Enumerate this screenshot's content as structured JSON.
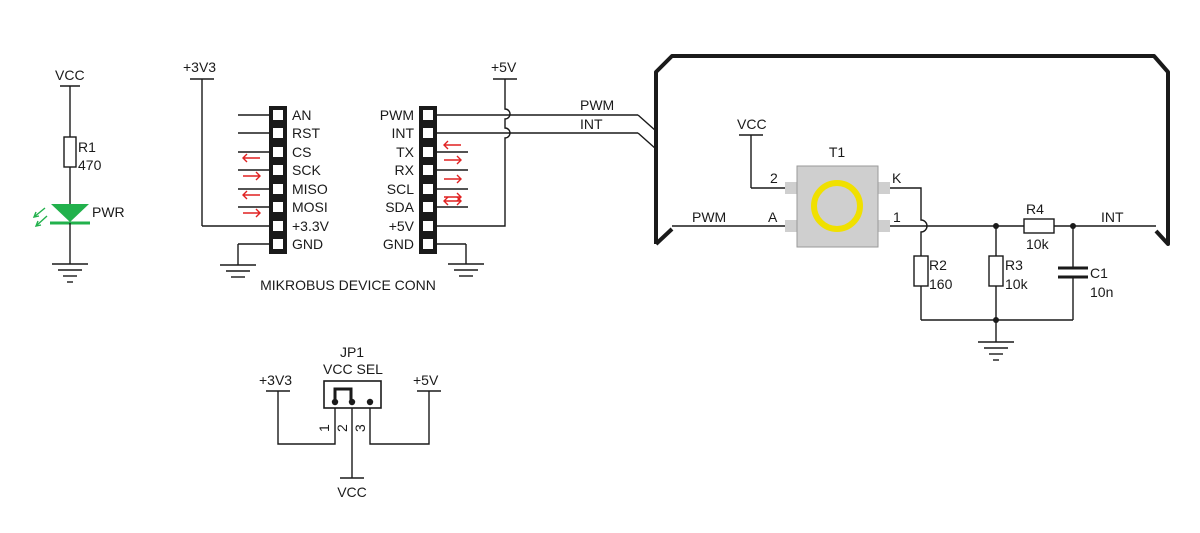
{
  "power_led": {
    "supply": "VCC",
    "resistor_ref": "R1",
    "resistor_value": "470",
    "led_label": "PWR",
    "led_color": "#22b14c"
  },
  "mikrobus": {
    "caption": "MIKROBUS DEVICE CONN",
    "left_supply": "+3V3",
    "right_supply": "+5V",
    "left_pins": [
      "AN",
      "RST",
      "CS",
      "SCK",
      "MISO",
      "MOSI",
      "+3.3V",
      "GND"
    ],
    "right_pins": [
      "PWM",
      "INT",
      "TX",
      "RX",
      "SCL",
      "SDA",
      "+5V",
      "GND"
    ],
    "net_pwm": "PWM",
    "net_int": "INT",
    "arrow_color": "#e02020"
  },
  "sensor": {
    "ref": "T1",
    "supply": "VCC",
    "pin2": "2",
    "pin_k": "K",
    "pin_a": "A",
    "pin1": "1",
    "in_net": "PWM",
    "out_net": "INT",
    "ring_color": "#f0e000",
    "body_color": "#cfcfcf"
  },
  "passives": {
    "r2_ref": "R2",
    "r2_value": "160",
    "r3_ref": "R3",
    "r3_value": "10k",
    "r4_ref": "R4",
    "r4_value": "10k",
    "c1_ref": "C1",
    "c1_value": "10n"
  },
  "jumper": {
    "ref": "JP1",
    "name": "VCC SEL",
    "left_supply": "+3V3",
    "right_supply": "+5V",
    "out_supply": "VCC",
    "pin1": "1",
    "pin2": "2",
    "pin3": "3"
  }
}
